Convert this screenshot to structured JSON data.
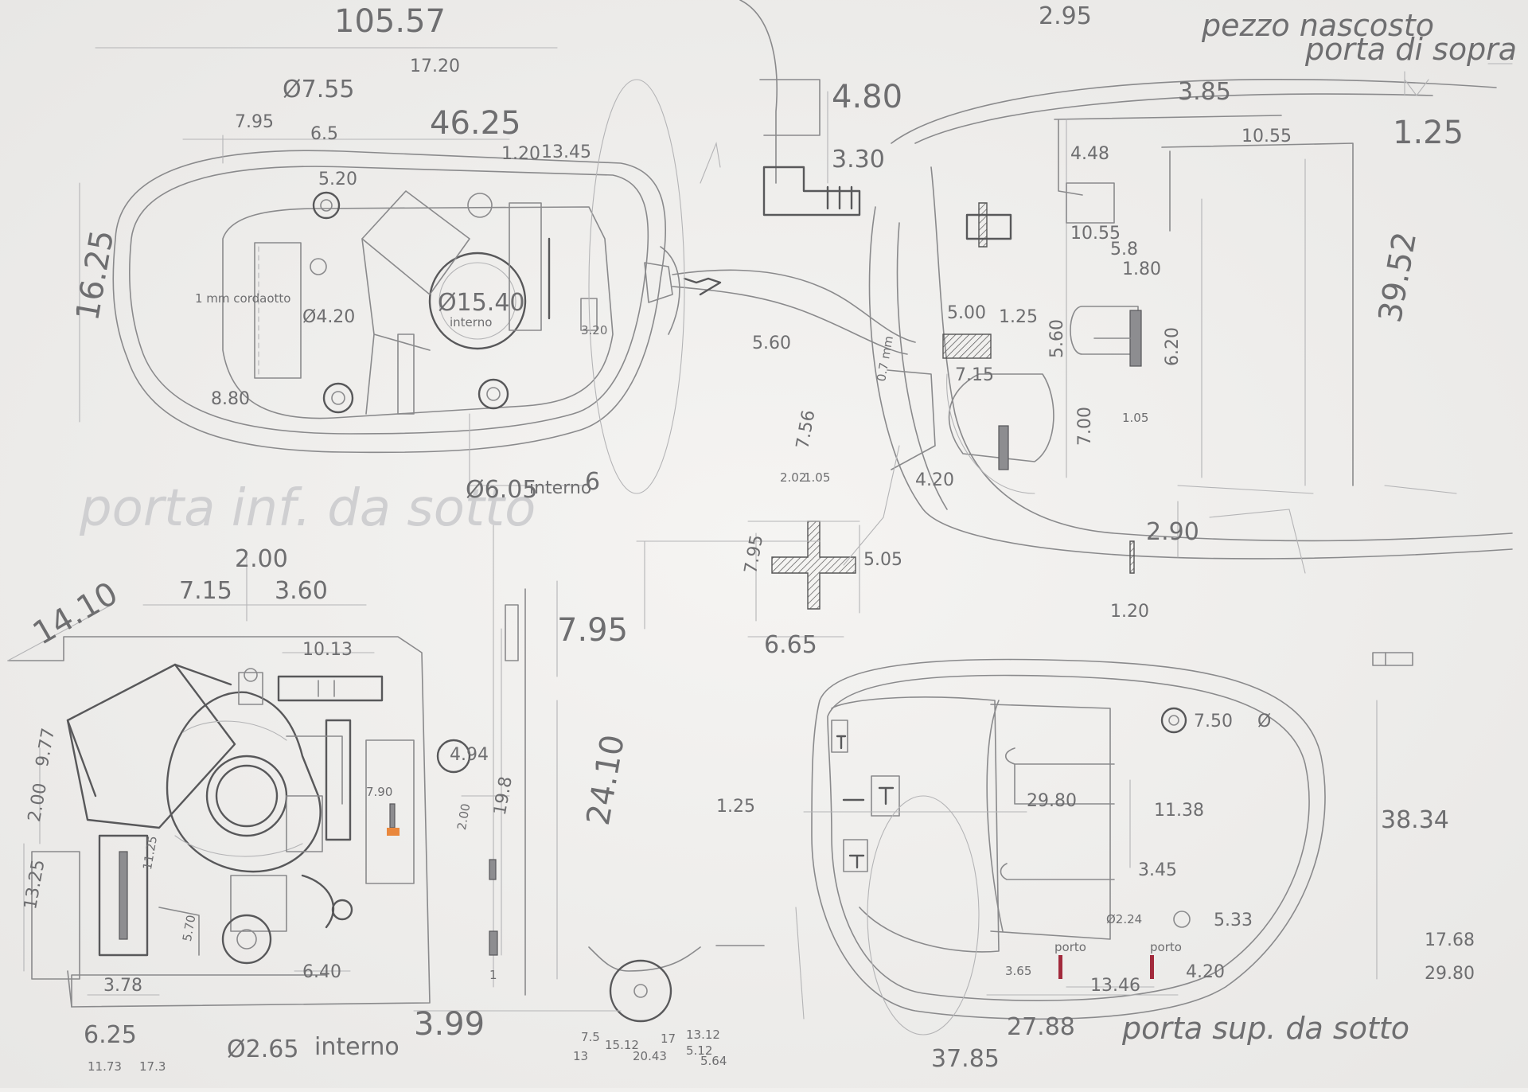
{
  "top_left": {
    "dims": [
      "105.57",
      "17.20",
      "Ø7.55",
      "7.95",
      "6.5",
      "46.25",
      "1.20",
      "13.45",
      "5.20",
      "16.25",
      "8.80",
      "Ø4.20",
      "3.20"
    ],
    "inner_label": "Ø15.40",
    "inner_label_note": "interno",
    "side_note": "1 mm\ncordaotto",
    "bottom_dim": "Ø6.05",
    "bottom_dim_note": "interno",
    "bottom_right_dim": "6"
  },
  "top_center": {
    "dims": [
      "4.80",
      "3.30",
      "5.60"
    ]
  },
  "top_right": {
    "title_line1": "pezzo nascosto",
    "title_line2": "porta di sopra",
    "dims": [
      "2.95",
      "3.85",
      "1.25",
      "10.55",
      "4.48",
      "10.55",
      "5.8",
      "1.80",
      "5.00",
      "1.25",
      "7.15",
      "5.60",
      "6.20",
      "1.05",
      "39.52",
      "7.00",
      "4.20",
      "0.7 mm",
      "2.90",
      "1.20"
    ]
  },
  "cross_detail": {
    "dims": [
      "7.56",
      "2.02",
      "1.05",
      "7.95",
      "5.05",
      "6.65"
    ]
  },
  "bottom_left": {
    "dims": [
      "14.10",
      "2.00",
      "7.15",
      "3.60",
      "10.13",
      "9.77",
      "2.00",
      "13.25",
      "11.25",
      "5.70",
      "3.78",
      "7.90",
      "2.00",
      "4.94",
      "19.8",
      "6.40",
      "6.25"
    ],
    "bottom_dim": "Ø2.65",
    "bottom_dim_note": "interno",
    "small_notes": [
      "11.73",
      "17.3"
    ]
  },
  "bottom_center": {
    "dims": [
      "7.95",
      "24.10",
      "3.99",
      "1"
    ],
    "small_notes": [
      "7.5",
      "13",
      "15.12",
      "20.43",
      "17",
      "13.12",
      "5.12",
      "5.64"
    ]
  },
  "bottom_right": {
    "dims": [
      "7.50",
      "Ø",
      "1.25",
      "29.80",
      "11.38",
      "3.45",
      "Ø2.24",
      "5.33",
      "3.65",
      "13.46",
      "4.20",
      "27.88",
      "38.34",
      "37.85"
    ],
    "labels": [
      "porto",
      "porto"
    ],
    "corner_notes": [
      "17.68",
      "29.80"
    ],
    "caption": "porta sup. da sotto"
  },
  "ghost_caption": "porta inf. da sotto"
}
